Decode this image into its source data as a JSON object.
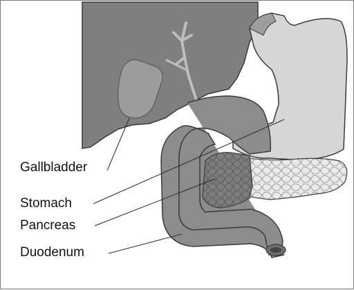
{
  "labels": {
    "gallbladder": "Gallbladder",
    "stomach": "Stomach",
    "pancreas": "Pancreas",
    "duodenum": "Duodenum"
  },
  "colors": {
    "liver": "#7f7f7f",
    "gallbladder": "#9c9c9c",
    "stomach": "#d6d6d6",
    "duodenum": "#8c8c8c",
    "pancreas_head": "#7d7d7d",
    "pancreas_body": "#eaeaea",
    "outline": "#3a3a3a",
    "leader_line": "#2a2a2a",
    "label_text": "#111111"
  }
}
